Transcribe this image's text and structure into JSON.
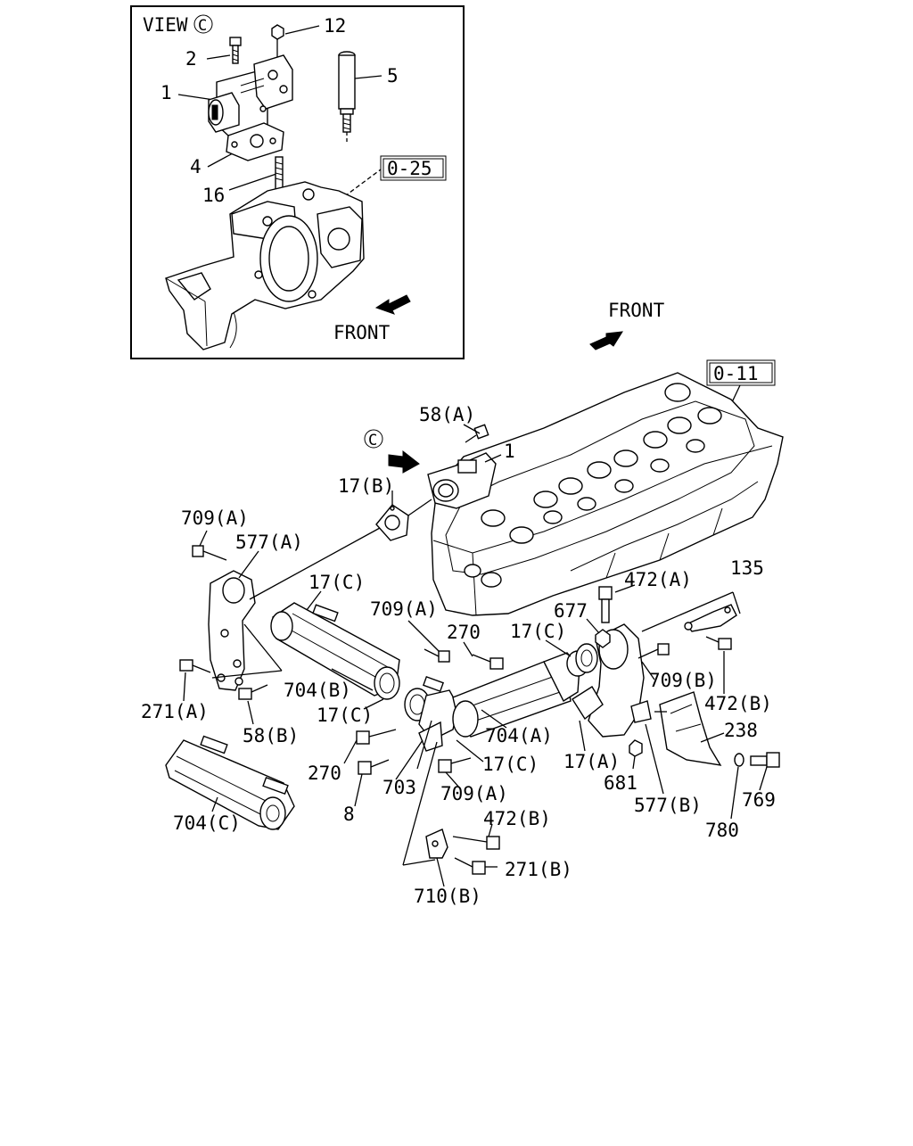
{
  "inset": {
    "view_label": "VIEW",
    "view_symbol": "C",
    "front_label": "FRONT",
    "ref_box": "0-25",
    "callouts": [
      "1",
      "2",
      "4",
      "5",
      "12",
      "16"
    ]
  },
  "main": {
    "front_label": "FRONT",
    "ref_box": "0-11",
    "view_symbol": "C",
    "callouts": {
      "c58a": "58(A)",
      "c1": "1",
      "c17b": "17(B)",
      "c709a_1": "709(A)",
      "c577a": "577(A)",
      "c17c_1": "17(C)",
      "c709a_2": "709(A)",
      "c270_1": "270",
      "c17c_2": "17(C)",
      "c677": "677",
      "c472a": "472(A)",
      "c135": "135",
      "c271a": "271(A)",
      "c704b": "704(B)",
      "c58b": "58(B)",
      "c17c_3": "17(C)",
      "c704a": "704(A)",
      "c709b": "709(B)",
      "c472b_1": "472(B)",
      "c238": "238",
      "c270_2": "270",
      "c703": "703",
      "c17c_4": "17(C)",
      "c17a": "17(A)",
      "c681": "681",
      "c8": "8",
      "c709a_3": "709(A)",
      "c577b": "577(B)",
      "c780": "780",
      "c769": "769",
      "c704c": "704(C)",
      "c472b_2": "472(B)",
      "c271b": "271(B)",
      "c710b": "710(B)"
    }
  }
}
